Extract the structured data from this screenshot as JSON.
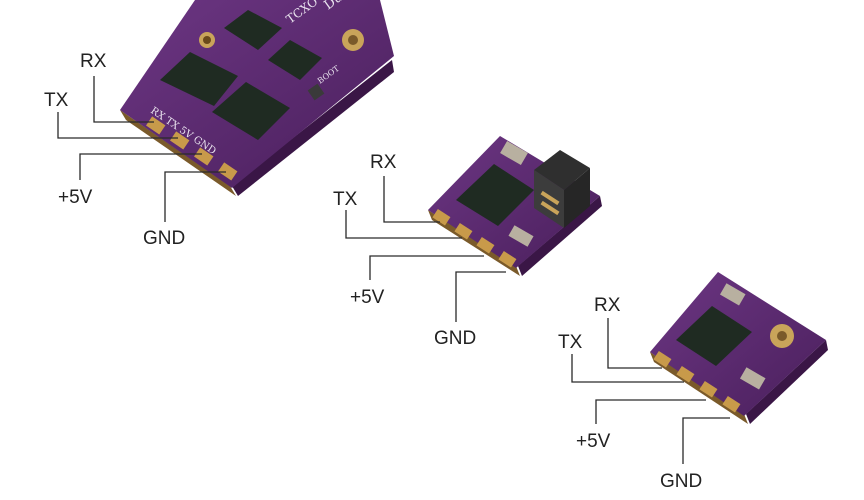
{
  "pins": {
    "rx": "RX",
    "tx": "TX",
    "v5": "+5V",
    "gnd": "GND"
  },
  "boards": [
    {
      "id": "dual",
      "silkscreen": {
        "model": "Dual",
        "tcxo": "TCXO",
        "boot": "BOOT",
        "pin_row": "RX  TX  5V GND"
      }
    },
    {
      "id": "medium"
    },
    {
      "id": "small"
    }
  ],
  "colors": {
    "pcb": "#5a2a6e",
    "chip": "#1f2b22",
    "pad": "#c89a4a",
    "line": "#2a2a2a"
  }
}
